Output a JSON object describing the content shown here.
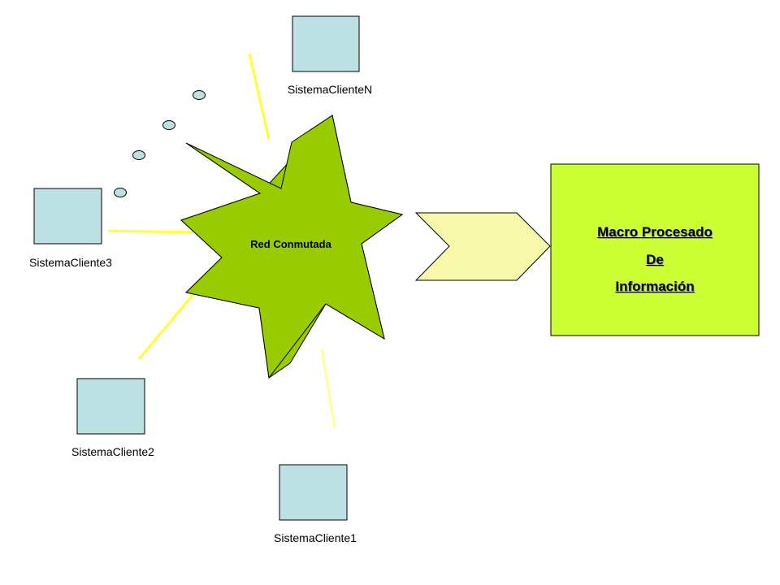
{
  "colors": {
    "client_box": "#bde0e2",
    "hub_fill": "#99cc00",
    "macro_fill": "#ccff33",
    "arrow_fill": "#f8f8aa",
    "link_line": "#ffff33"
  },
  "network": {
    "label": "Red Conmutada",
    "shape": "starburst"
  },
  "clients": [
    {
      "label": "SistemaClienteN"
    },
    {
      "label": "SistemaCliente3"
    },
    {
      "label": "SistemaCliente2"
    },
    {
      "label": "SistemaCliente1"
    }
  ],
  "continuation": {
    "symbol": "ellipsis-dots",
    "count": 4
  },
  "macro": {
    "lines": [
      "Macro Procesado",
      "De",
      "Información"
    ]
  }
}
